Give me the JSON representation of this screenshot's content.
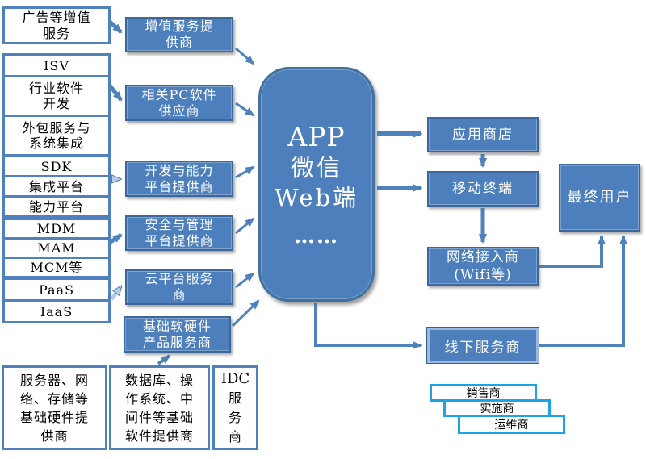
{
  "colors": {
    "node_blue": "#4d7fbc",
    "node_border": "#3c6899",
    "white_box_border": "#4f81bd",
    "offline_border": "#9cb8dc",
    "cascade_border": "#1ea3e4",
    "arrow": "#4f81bd",
    "arrow_light": "#b8cce4"
  },
  "left_column": {
    "value_added": [
      "广告等增值",
      "服务"
    ],
    "isv_rows": [
      [
        "ISV"
      ],
      [
        "行业软件",
        "开发"
      ],
      [
        "外包服务与",
        "系统集成"
      ]
    ],
    "sdk_rows": [
      "SDK",
      "集成平台",
      "能力平台"
    ],
    "mdm_rows": [
      "MDM",
      "MAM",
      "MCM等"
    ],
    "paas_rows": [
      "PaaS",
      "IaaS"
    ]
  },
  "mid_column": {
    "value_added_provider": [
      "增值服务提",
      "供商"
    ],
    "pc_software": [
      "相关PC软件",
      "供应商"
    ],
    "dev_platform": [
      "开发与能力",
      "平台提供商"
    ],
    "security_platform": [
      "安全与管理",
      "平台提供商"
    ],
    "cloud_platform": [
      "云平台服务",
      "商"
    ],
    "infra_products": [
      "基础软硬件",
      "产品服务商"
    ]
  },
  "center_node": {
    "lines": [
      "APP",
      "微信",
      "Web端",
      "……"
    ]
  },
  "right_column": {
    "app_store": "应用商店",
    "mobile_terminal": "移动终端",
    "network_access": [
      "网络接入商",
      "(Wifi等)"
    ],
    "end_user": "最终用户",
    "offline_provider": "线下服务商",
    "cascade": [
      "销售商",
      "实施商",
      "运维商"
    ]
  },
  "bottom_table": {
    "hardware": [
      "服务器、网",
      "络、存储等",
      "基础硬件提",
      "供商"
    ],
    "software": [
      "数据库、操",
      "作系统、中",
      "间件等基础",
      "软件提供商"
    ],
    "idc": [
      "IDC",
      "服",
      "务",
      "商"
    ]
  }
}
